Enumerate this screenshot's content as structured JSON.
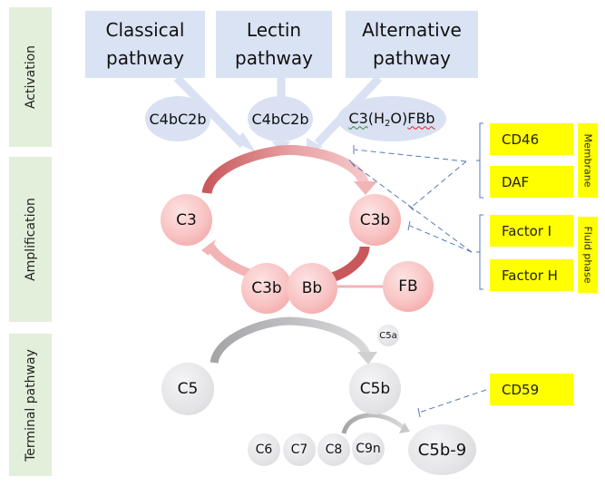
{
  "stages": [
    {
      "id": "activation",
      "label": "Activation"
    },
    {
      "id": "amplification",
      "label": "Amplification"
    },
    {
      "id": "terminal",
      "label": "Terminal pathway"
    }
  ],
  "activation": {
    "pathways": [
      {
        "line1": "Classical",
        "line2": "pathway"
      },
      {
        "line1": "Lectin",
        "line2": "pathway"
      },
      {
        "line1": "Alternative",
        "line2": "pathway"
      }
    ],
    "convertases": [
      {
        "label": "C4bC2b"
      },
      {
        "label": "C4bC2b"
      },
      {
        "prefix": "C3",
        "paren_open": "(H",
        "subscript": "2",
        "paren_close": "O)",
        "suffix": "FBb"
      }
    ]
  },
  "amplification": {
    "nodes": {
      "c3": "C3",
      "c3b": "C3b",
      "c3b_complex": "C3b",
      "bb": "Bb",
      "fb": "FB"
    }
  },
  "terminal": {
    "nodes": {
      "c5": "C5",
      "c5a": "C5a",
      "c5b": "C5b",
      "c6": "C6",
      "c7": "C7",
      "c8": "C8",
      "c9n": "C9n",
      "mac": "C5b-9"
    }
  },
  "regulators": {
    "membrane": {
      "group_label": "Membrane",
      "items": [
        "CD46",
        "DAF"
      ]
    },
    "fluid": {
      "group_label": "Fluid phase",
      "items": [
        "Factor I",
        "Factor H"
      ]
    },
    "terminal_item": "CD59"
  },
  "colors": {
    "stage_bg": "#e2efda",
    "pathway_bg": "#dae3f3",
    "regulator_bg": "#ffff00",
    "amplification_arrow": "#c9585c",
    "terminal_arrow": "#a9a9ab",
    "inhibition_line": "#5579b9"
  }
}
